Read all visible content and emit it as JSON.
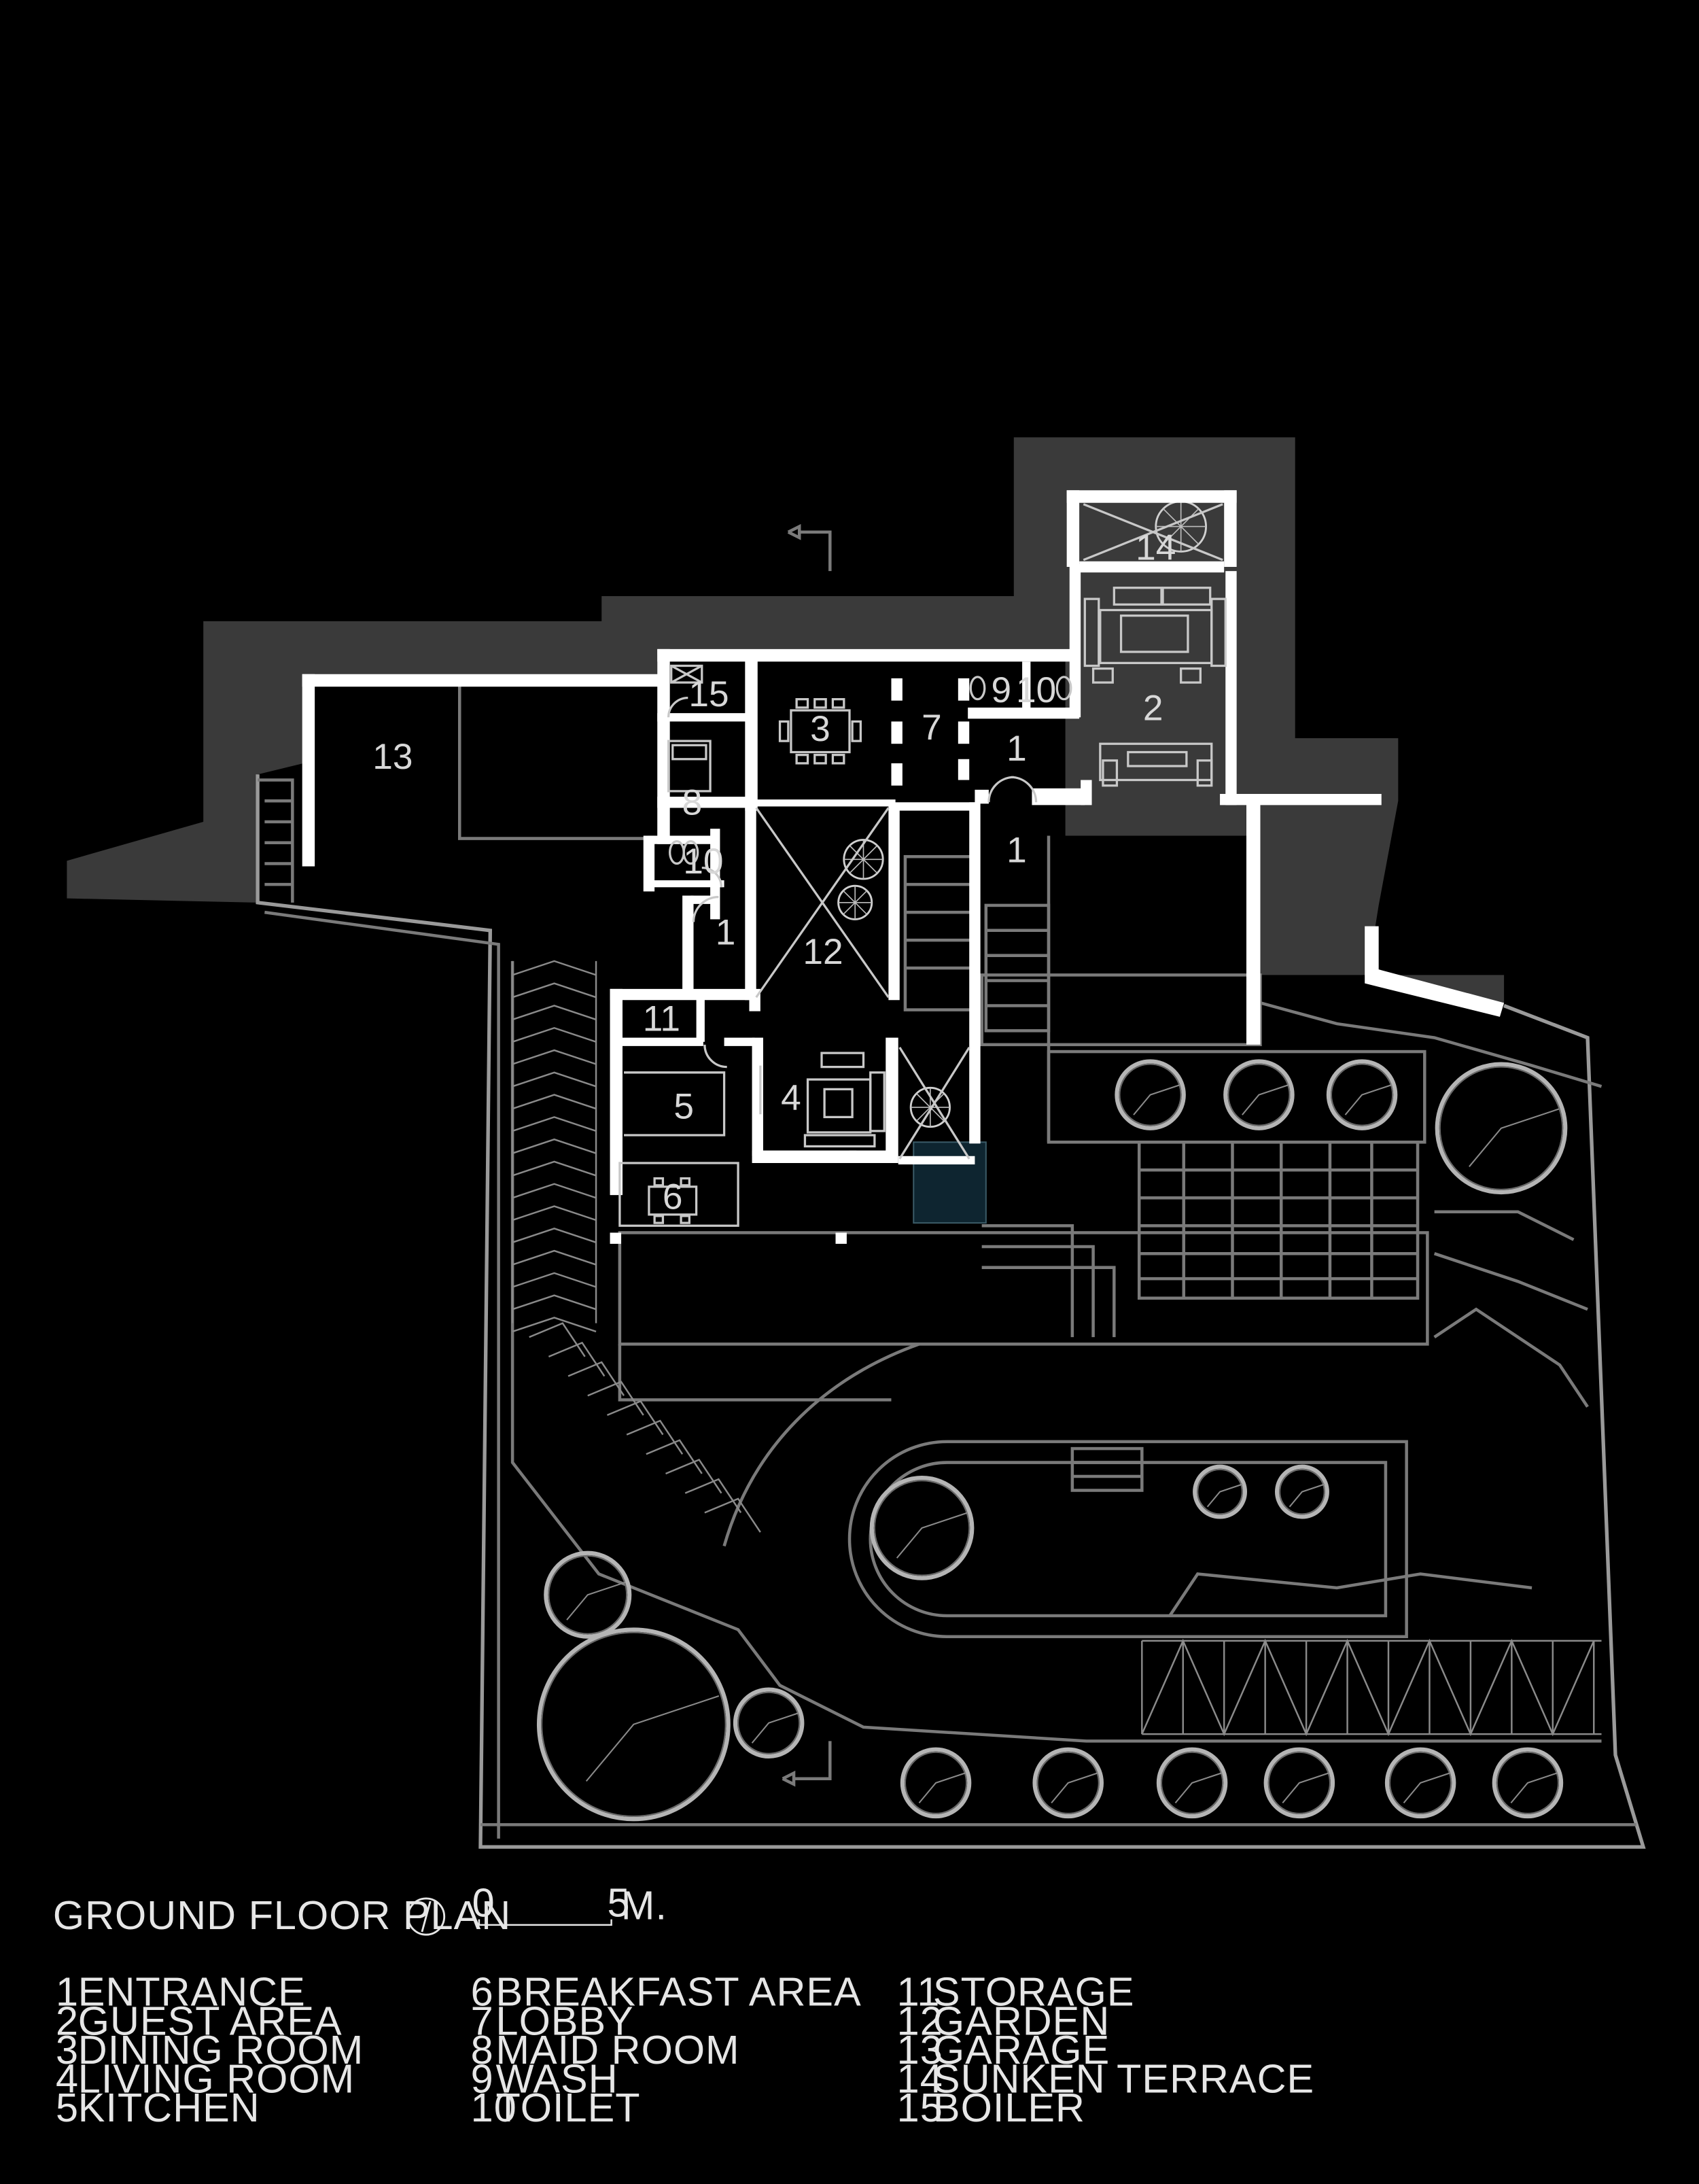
{
  "title": "GROUND FLOOR PLAN",
  "scale": {
    "zero": "0",
    "five": "5",
    "unit": "M."
  },
  "colors": {
    "background": "#000000",
    "site": "#3a3a3a",
    "walls": "#ffffff",
    "lines": "#7a7a7a",
    "pool": "#0e2530"
  },
  "room_numbers": {
    "entrance_a": "1",
    "entrance_b": "1",
    "entrance_c": "1",
    "guest": "2",
    "dining": "3",
    "living": "4",
    "kitchen": "5",
    "breakfast": "6",
    "lobby": "7",
    "maid": "8",
    "wash": "9",
    "toilet_a": "10",
    "toilet_b": "10",
    "storage": "11",
    "garden": "12",
    "garage": "13",
    "sunken": "14",
    "boiler": "15"
  },
  "legend": [
    {
      "num": "1",
      "label": "ENTRANCE"
    },
    {
      "num": "2",
      "label": "GUEST AREA"
    },
    {
      "num": "3",
      "label": "DINING ROOM"
    },
    {
      "num": "4",
      "label": "LIVING ROOM"
    },
    {
      "num": "5",
      "label": "KITCHEN"
    },
    {
      "num": "6",
      "label": "BREAKFAST AREA"
    },
    {
      "num": "7",
      "label": "LOBBY"
    },
    {
      "num": "8",
      "label": "MAID ROOM"
    },
    {
      "num": "9",
      "label": "WASH"
    },
    {
      "num": "10",
      "label": "TOILET"
    },
    {
      "num": "11",
      "label": "STORAGE"
    },
    {
      "num": "12",
      "label": "GARDEN"
    },
    {
      "num": "13",
      "label": "GARAGE"
    },
    {
      "num": "14",
      "label": "SUNKEN TERRACE"
    },
    {
      "num": "15",
      "label": "BOILER"
    }
  ]
}
